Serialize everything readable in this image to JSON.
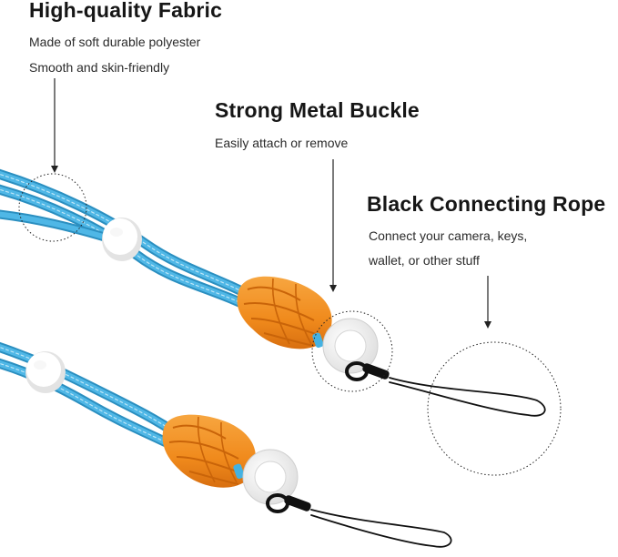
{
  "callouts": {
    "fabric": {
      "title": "High-quality Fabric",
      "line1": "Made of soft durable polyester",
      "line2": "Smooth and skin-friendly"
    },
    "buckle": {
      "title": "Strong Metal Buckle",
      "line1": "Easily attach or remove"
    },
    "rope": {
      "title": "Black Connecting Rope",
      "line1": "Connect your camera, keys,",
      "line2": "wallet, or other stuff"
    }
  },
  "colors": {
    "strap_blue": "#3aa6d8",
    "knot_orange": "#f28b1e",
    "ring_white": "#f4f4f4",
    "rope_black": "#111111",
    "text": "#161616"
  }
}
